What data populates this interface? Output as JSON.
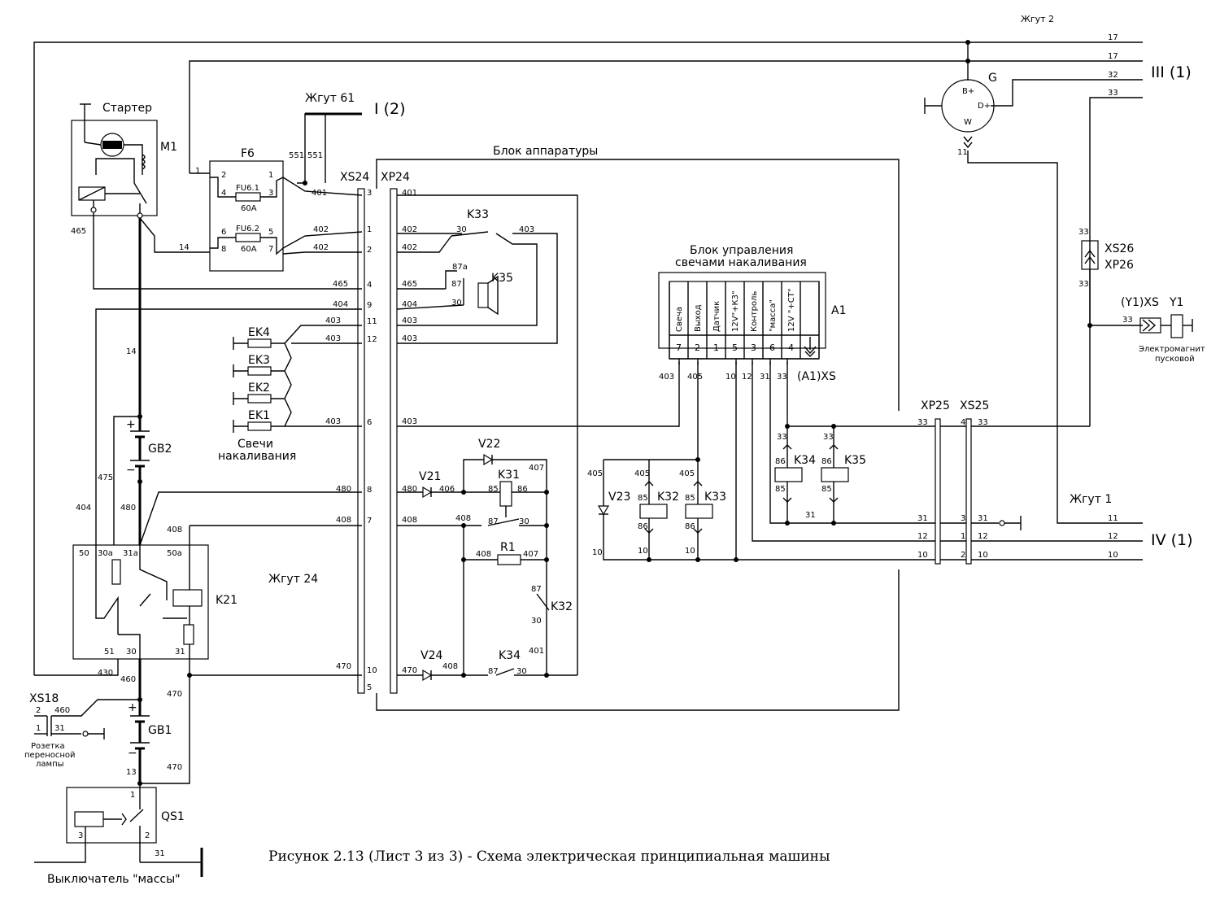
{
  "caption": "Рисунок 2.13 (Лист 3 из 3) - Схема электрическая принципиальная машины",
  "harness": {
    "h2": "Жгут 2",
    "h61": "Жгут 61",
    "h24": "Жгут 24",
    "h1": "Жгут 1",
    "ref_i2": "I (2)",
    "ref_iii1": "III (1)",
    "ref_iv1": "IV (1)"
  },
  "titles": {
    "starter": "Стартер",
    "apparatus_block": "Блок аппаратуры",
    "glow_block_l1": "Блок управления",
    "glow_block_l2": "свечами накаливания",
    "glow_plugs_l1": "Свечи",
    "glow_plugs_l2": "накаливания",
    "lamp_socket_l1": "Розетка",
    "lamp_socket_l2": "переносной",
    "lamp_socket_l3": "лампы",
    "mass_switch": "Выключатель \"массы\"",
    "start_magnet_l1": "Электромагнит",
    "start_magnet_l2": "пусковой"
  },
  "components": {
    "M1": "M1",
    "F6": "F6",
    "FU61": "FU6.1",
    "FU62": "FU6.2",
    "amp": "60A",
    "K33": "K33",
    "K35": "K35",
    "K31": "K31",
    "K32": "K32",
    "K34": "K34",
    "K21": "K21",
    "V21": "V21",
    "V22": "V22",
    "V23": "V23",
    "V24": "V24",
    "R1": "R1",
    "GB1": "GB1",
    "GB2": "GB2",
    "QS1": "QS1",
    "XS18": "XS18",
    "EK1": "EK1",
    "EK2": "EK2",
    "EK3": "EK3",
    "EK4": "EK4",
    "XS24": "XS24",
    "XP24": "XP24",
    "XP25": "XP25",
    "XS25": "XS25",
    "XS26": "XS26",
    "XP26": "XP26",
    "Y1": "Y1",
    "Y1XS": "(Y1)XS",
    "G": "G",
    "A1": "A1",
    "A1XS": "(A1)XS",
    "gen_bplus": "B+",
    "gen_dplus": "D+",
    "gen_w": "W",
    "plus": "+",
    "minus": "−"
  },
  "a1_pins": [
    {
      "name": "Свеча",
      "num": "7",
      "wire": "403"
    },
    {
      "name": "Выход",
      "num": "2",
      "wire": "405"
    },
    {
      "name": "Датчик",
      "num": "1",
      "wire": ""
    },
    {
      "name": "12V\"+К3\"",
      "num": "5",
      "wire": "10"
    },
    {
      "name": "Контроль",
      "num": "3",
      "wire": "12"
    },
    {
      "name": "\"масса\"",
      "num": "6",
      "wire": "31"
    },
    {
      "name": "12V \"+СТ\"",
      "num": "4",
      "wire": "33"
    },
    {
      "name": "",
      "num": "",
      "wire": ""
    }
  ],
  "wires": {
    "w1": "1",
    "w2": "2",
    "w3": "3",
    "w4": "4",
    "w5": "5",
    "w6": "6",
    "w7": "7",
    "w8": "8",
    "w9": "9",
    "w10": "10",
    "w11": "11",
    "w12": "12",
    "w13": "13",
    "w14": "14",
    "w17": "17",
    "w30": "30",
    "w31": "31",
    "w32": "32",
    "w33": "33",
    "w401": "401",
    "w402": "402",
    "w403": "403",
    "w404": "404",
    "w405": "405",
    "w406": "406",
    "w407": "407",
    "w408": "408",
    "w430": "430",
    "w460": "460",
    "w465": "465",
    "w470": "470",
    "w475": "475",
    "w480": "480",
    "w551": "551",
    "p30a": "30a",
    "p31a": "31a",
    "p50": "50",
    "p50a": "50a",
    "p51": "51",
    "p85": "85",
    "p86": "86",
    "p87": "87",
    "p87a": "87a"
  }
}
